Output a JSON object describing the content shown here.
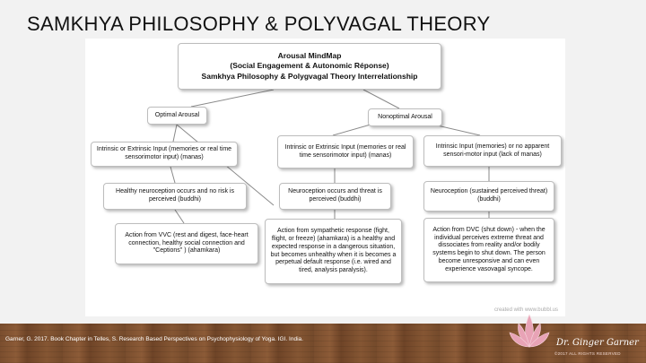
{
  "slide": {
    "title": "SAMKHYA PHILOSOPHY & POLYVAGAL THEORY"
  },
  "mindmap": {
    "root": {
      "line1": "Arousal MindMap",
      "line2": "(Social Engagement & Autonomic Réponse)",
      "line3": "Samkhya Philosophy & Polygvagal Theory Interrelationship"
    },
    "optimal": {
      "label": "Optimal Arousal",
      "input": "Intrinsic or Extrinsic Input (memories or real time sensorimotor input) (manas)",
      "neuroception": "Healthy neuroception occurs and no risk is perceived  (buddhi)",
      "action": "Action from VVC (rest and digest, face-heart connection, healthy social connection and \"Ceptions\" ) (ahamkara)"
    },
    "nonoptimal": {
      "label": "Nonoptimal Arousal",
      "input_left": "Intrinsic or Extrinsic Input (memories or real time sensorimotor input) (manas)",
      "neuroception_left": "Neuroception occurs and threat is perceived  (buddhi)",
      "action_left": "Action from sympathetic response (fight, flight, or freeze) (ahamkara) is a healthy and expected response in a dangerous situation, but becomes unhealthy when it is becomes a perpetual default response (i.e. wired and tired, analysis paralysis).",
      "input_right": "Intrinsic Input (memories) or no apparent sensori-motor input (lack of manas)",
      "neuroception_right": "Neuroception (sustained perceived threat) (buddhi)",
      "action_right": "Action from DVC (shut down) - when the individual perceives extreme threat and dissociates from reality and/or bodily systems begin to shut down. The person become unresponsive and can even experience vasovagal syncope."
    },
    "credit": "created with www.bubbl.us"
  },
  "footer": {
    "citation": "Garner, G. 2017. Book Chapter in Telles, S. Research Based Perspectives on Psychophysiology of Yoga. IGI. India.",
    "signature": "Dr. Ginger Garner",
    "rights": "©2017 ALL RIGHTS RESERVED",
    "logo_icon": "lotus-icon",
    "logo_color": "#e8a3b6"
  }
}
